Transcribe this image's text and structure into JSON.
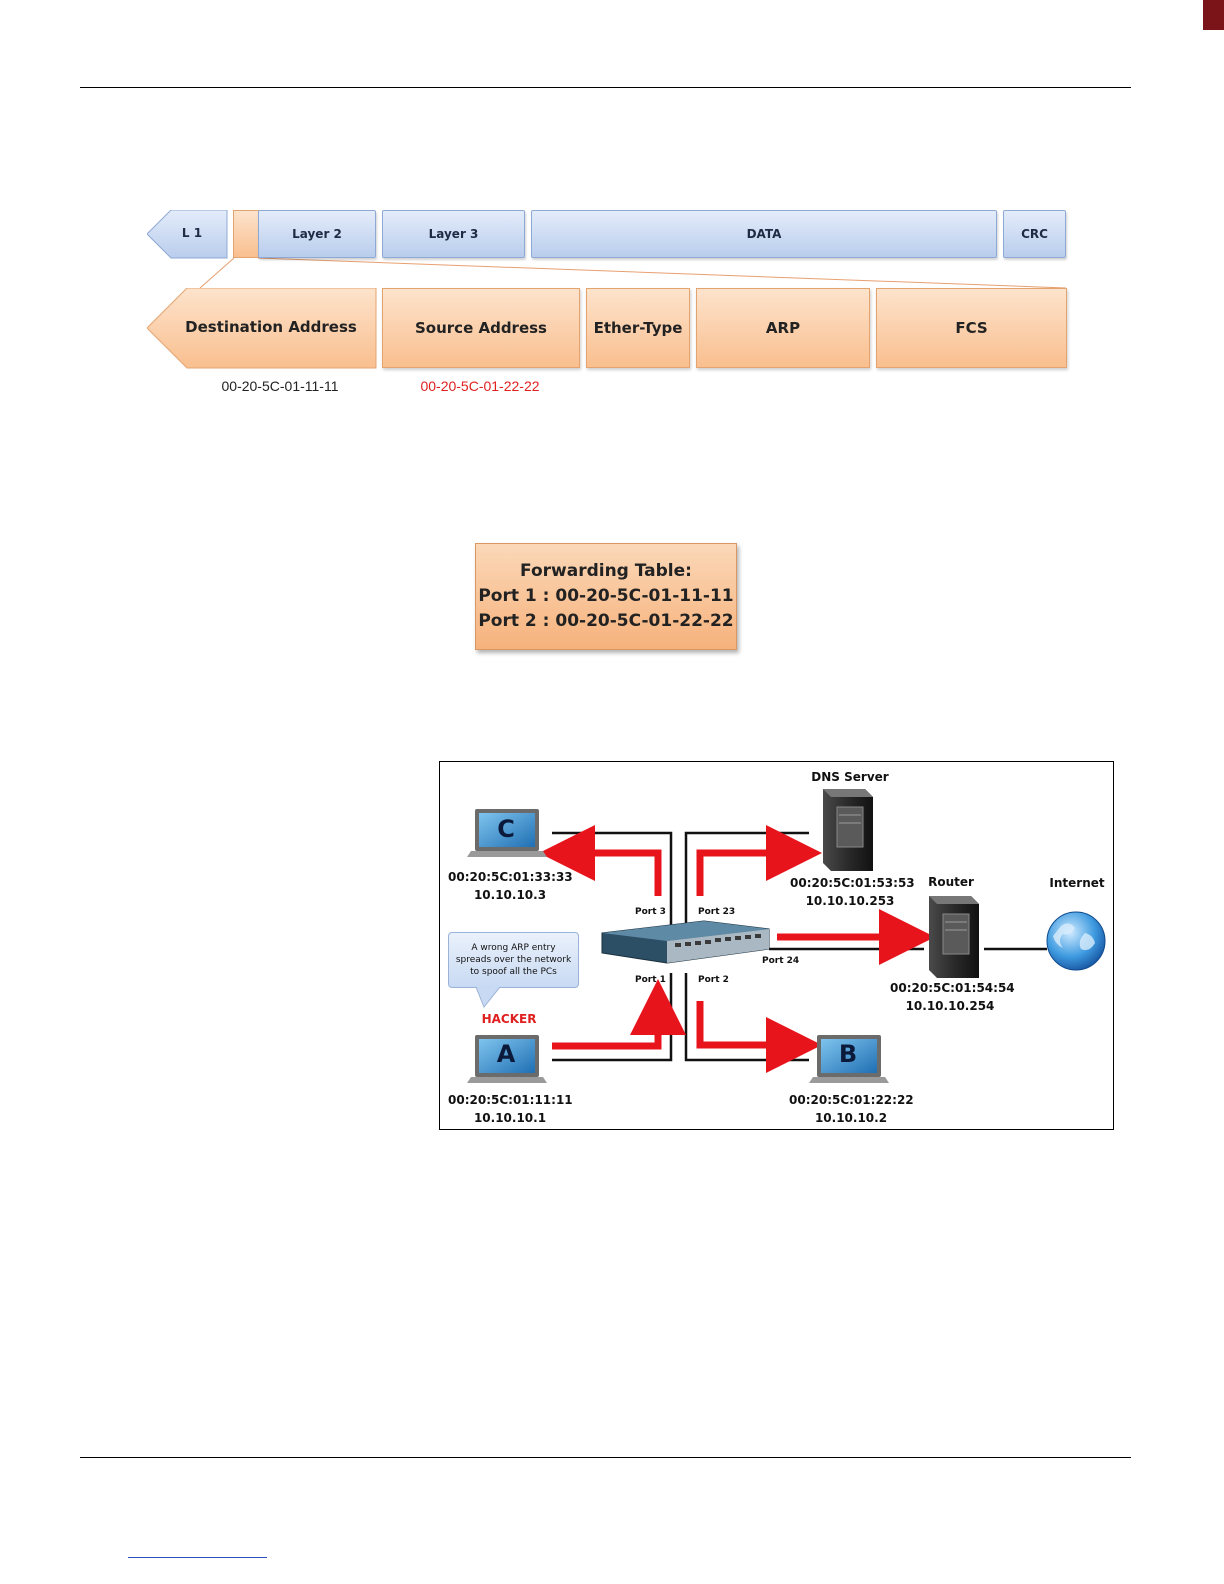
{
  "frame": {
    "top_row": {
      "l1": "L 1",
      "layer2": "Layer 2",
      "layer3": "Layer 3",
      "data": "DATA",
      "crc": "CRC"
    },
    "bottom_row": {
      "destination": "Destination Address",
      "source": "Source Address",
      "ether_type": "Ether-Type",
      "arp": "ARP",
      "fcs": "FCS"
    },
    "destination_mac": "00-20-5C-01-11-11",
    "source_mac": "00-20-5C-01-22-22",
    "colors": {
      "source_mac": "#e02020",
      "blue_block": "#b9cdec",
      "orange_block": "#f9bf8f"
    }
  },
  "forwarding_table": {
    "title": "Forwarding Table:",
    "rows": [
      "Port 1 : 00-20-5C-01-11-11",
      "Port 2 : 00-20-5C-01-22-22"
    ]
  },
  "network": {
    "dns_server": {
      "label": "DNS Server",
      "mac": "00:20:5C:01:53:53",
      "ip": "10.10.10.253"
    },
    "router": {
      "label": "Router",
      "mac": "00:20:5C:01:54:54",
      "ip": "10.10.10.254"
    },
    "internet": {
      "label": "Internet"
    },
    "pc_c": {
      "letter": "C",
      "mac": "00:20:5C:01:33:33",
      "ip": "10.10.10.3"
    },
    "pc_a": {
      "letter": "A",
      "mac": "00:20:5C:01:11:11",
      "ip": "10.10.10.1"
    },
    "pc_b": {
      "letter": "B",
      "mac": "00:20:5C:01:22:22",
      "ip": "10.10.10.2"
    },
    "ports": {
      "p3": "Port 3",
      "p23": "Port 23",
      "p1": "Port 1",
      "p2": "Port 2",
      "p24": "Port 24"
    },
    "callout": "A wrong ARP entry spreads over the network to spoof all the PCs",
    "hacker": "HACKER",
    "colors": {
      "arrow": "#e8141b",
      "hacker": "#e02020"
    },
    "icons": [
      "laptop-icon",
      "server-tower-icon",
      "network-switch-icon",
      "globe-icon"
    ]
  }
}
